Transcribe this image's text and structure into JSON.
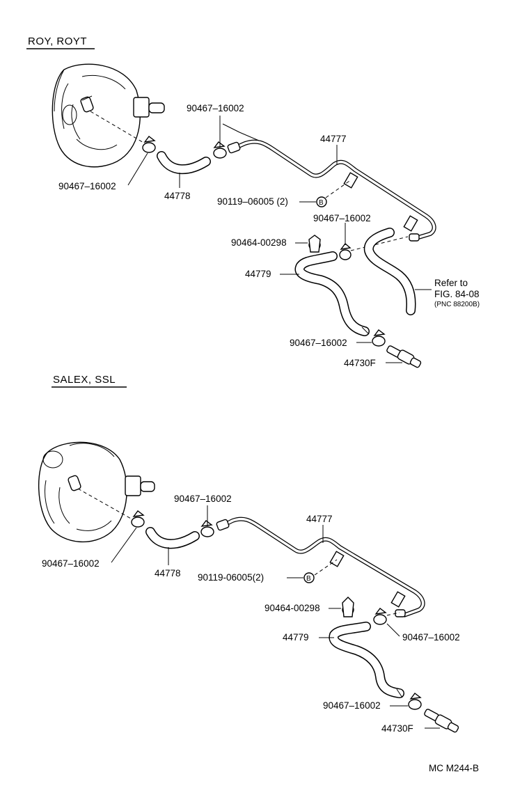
{
  "sections": [
    {
      "heading": "ROY, ROYT",
      "labels": {
        "clamp_booster": "90467–16002",
        "hose_44778": "44778",
        "clamp_pipe": "90467–16002",
        "pipe_44777": "44777",
        "bolt": "90119–06005 (2)",
        "bolt_mark": "B",
        "clamp_upper": "90467–16002",
        "clip": "90464-00298",
        "hose_44779": "44779",
        "clamp_lower": "90467–16002",
        "valve": "44730F"
      },
      "refer": {
        "line1": "Refer to",
        "line2": "FIG. 84-08",
        "line3": "(PNC 88200B)"
      }
    },
    {
      "heading": "SALEX, SSL",
      "labels": {
        "clamp_booster": "90467–16002",
        "hose_44778": "44778",
        "clamp_pipe": "90467–16002",
        "pipe_44777": "44777",
        "bolt": "90119-06005(2)",
        "bolt_mark": "B",
        "clamp_upper": "90467–16002",
        "clip": "90464-00298",
        "hose_44779": "44779",
        "clamp_lower": "90467–16002",
        "valve": "44730F"
      }
    }
  ],
  "figure_code": "MC M244-B"
}
